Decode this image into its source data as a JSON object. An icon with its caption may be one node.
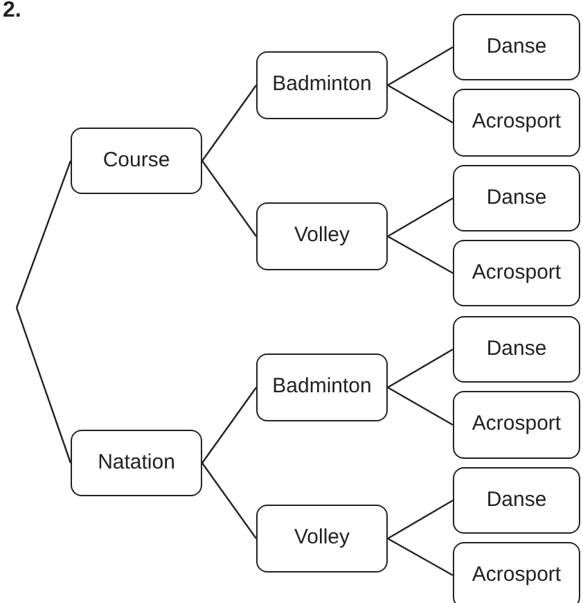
{
  "diagram": {
    "nodes": [
      {
        "text": [
          "Course"
        ]
      },
      {
        "text": [
          "Badminton"
        ]
      },
      {
        "text": [
          "Danse"
        ]
      },
      {
        "text": [
          "Acrosport"
        ]
      },
      {
        "text": [
          "Volley"
        ]
      },
      {
        "text": [
          "Danse"
        ]
      },
      {
        "text": [
          "Acrosport"
        ]
      },
      {
        "text": [
          "Natation"
        ]
      },
      {
        "text": [
          "Badminton"
        ]
      },
      {
        "text": [
          "Danse"
        ]
      },
      {
        "text": [
          "Acrosport"
        ]
      },
      {
        "text": [
          "Volley"
        ]
      },
      {
        "text": [
          "Danse"
        ]
      },
      {
        "text": [
          "Acrosport"
        ]
      }
    ],
    "edges": [
      {
        "from": null,
        "to": 0,
        "arrow": "none"
      },
      {
        "from": null,
        "to": 7,
        "arrow": "none"
      },
      {
        "from": 0,
        "to": 1,
        "arrow": "none"
      },
      {
        "from": 0,
        "to": 4,
        "arrow": "none"
      },
      {
        "from": 1,
        "to": 2,
        "arrow": "none"
      },
      {
        "from": 1,
        "to": 3,
        "arrow": "none"
      },
      {
        "from": 4,
        "to": 5,
        "arrow": "none"
      },
      {
        "from": 4,
        "to": 6,
        "arrow": "none"
      },
      {
        "from": 7,
        "to": 8,
        "arrow": "none"
      },
      {
        "from": 7,
        "to": 11,
        "arrow": "none"
      },
      {
        "from": 8,
        "to": 9,
        "arrow": "none"
      },
      {
        "from": 8,
        "to": 10,
        "arrow": "none"
      },
      {
        "from": 11,
        "to": 12,
        "arrow": "none"
      },
      {
        "from": 11,
        "to": 13,
        "arrow": "none"
      }
    ],
    "labels": [
      "2."
    ]
  }
}
